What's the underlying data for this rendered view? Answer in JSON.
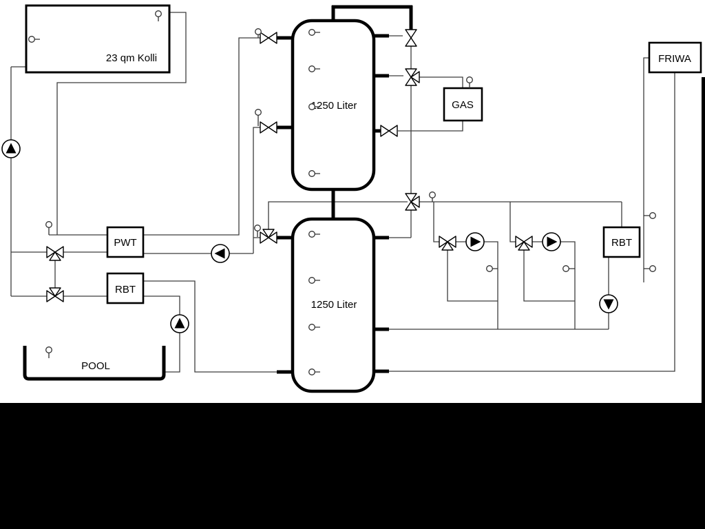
{
  "diagram": {
    "type": "hydraulic-schematic",
    "labels": {
      "collector": "23 qm Kolli",
      "tank_top": "1250 Liter",
      "tank_bottom": "1250 Liter",
      "gas": "GAS",
      "friwa": "FRIWA",
      "pwt": "PWT",
      "rbt_left": "RBT",
      "rbt_right": "RBT",
      "pool": "POOL"
    },
    "colors": {
      "pipe_thick": "#000000",
      "pipe_thin": "#3c3c3c",
      "background": "#ffffff",
      "mask_band": "#000000"
    }
  }
}
